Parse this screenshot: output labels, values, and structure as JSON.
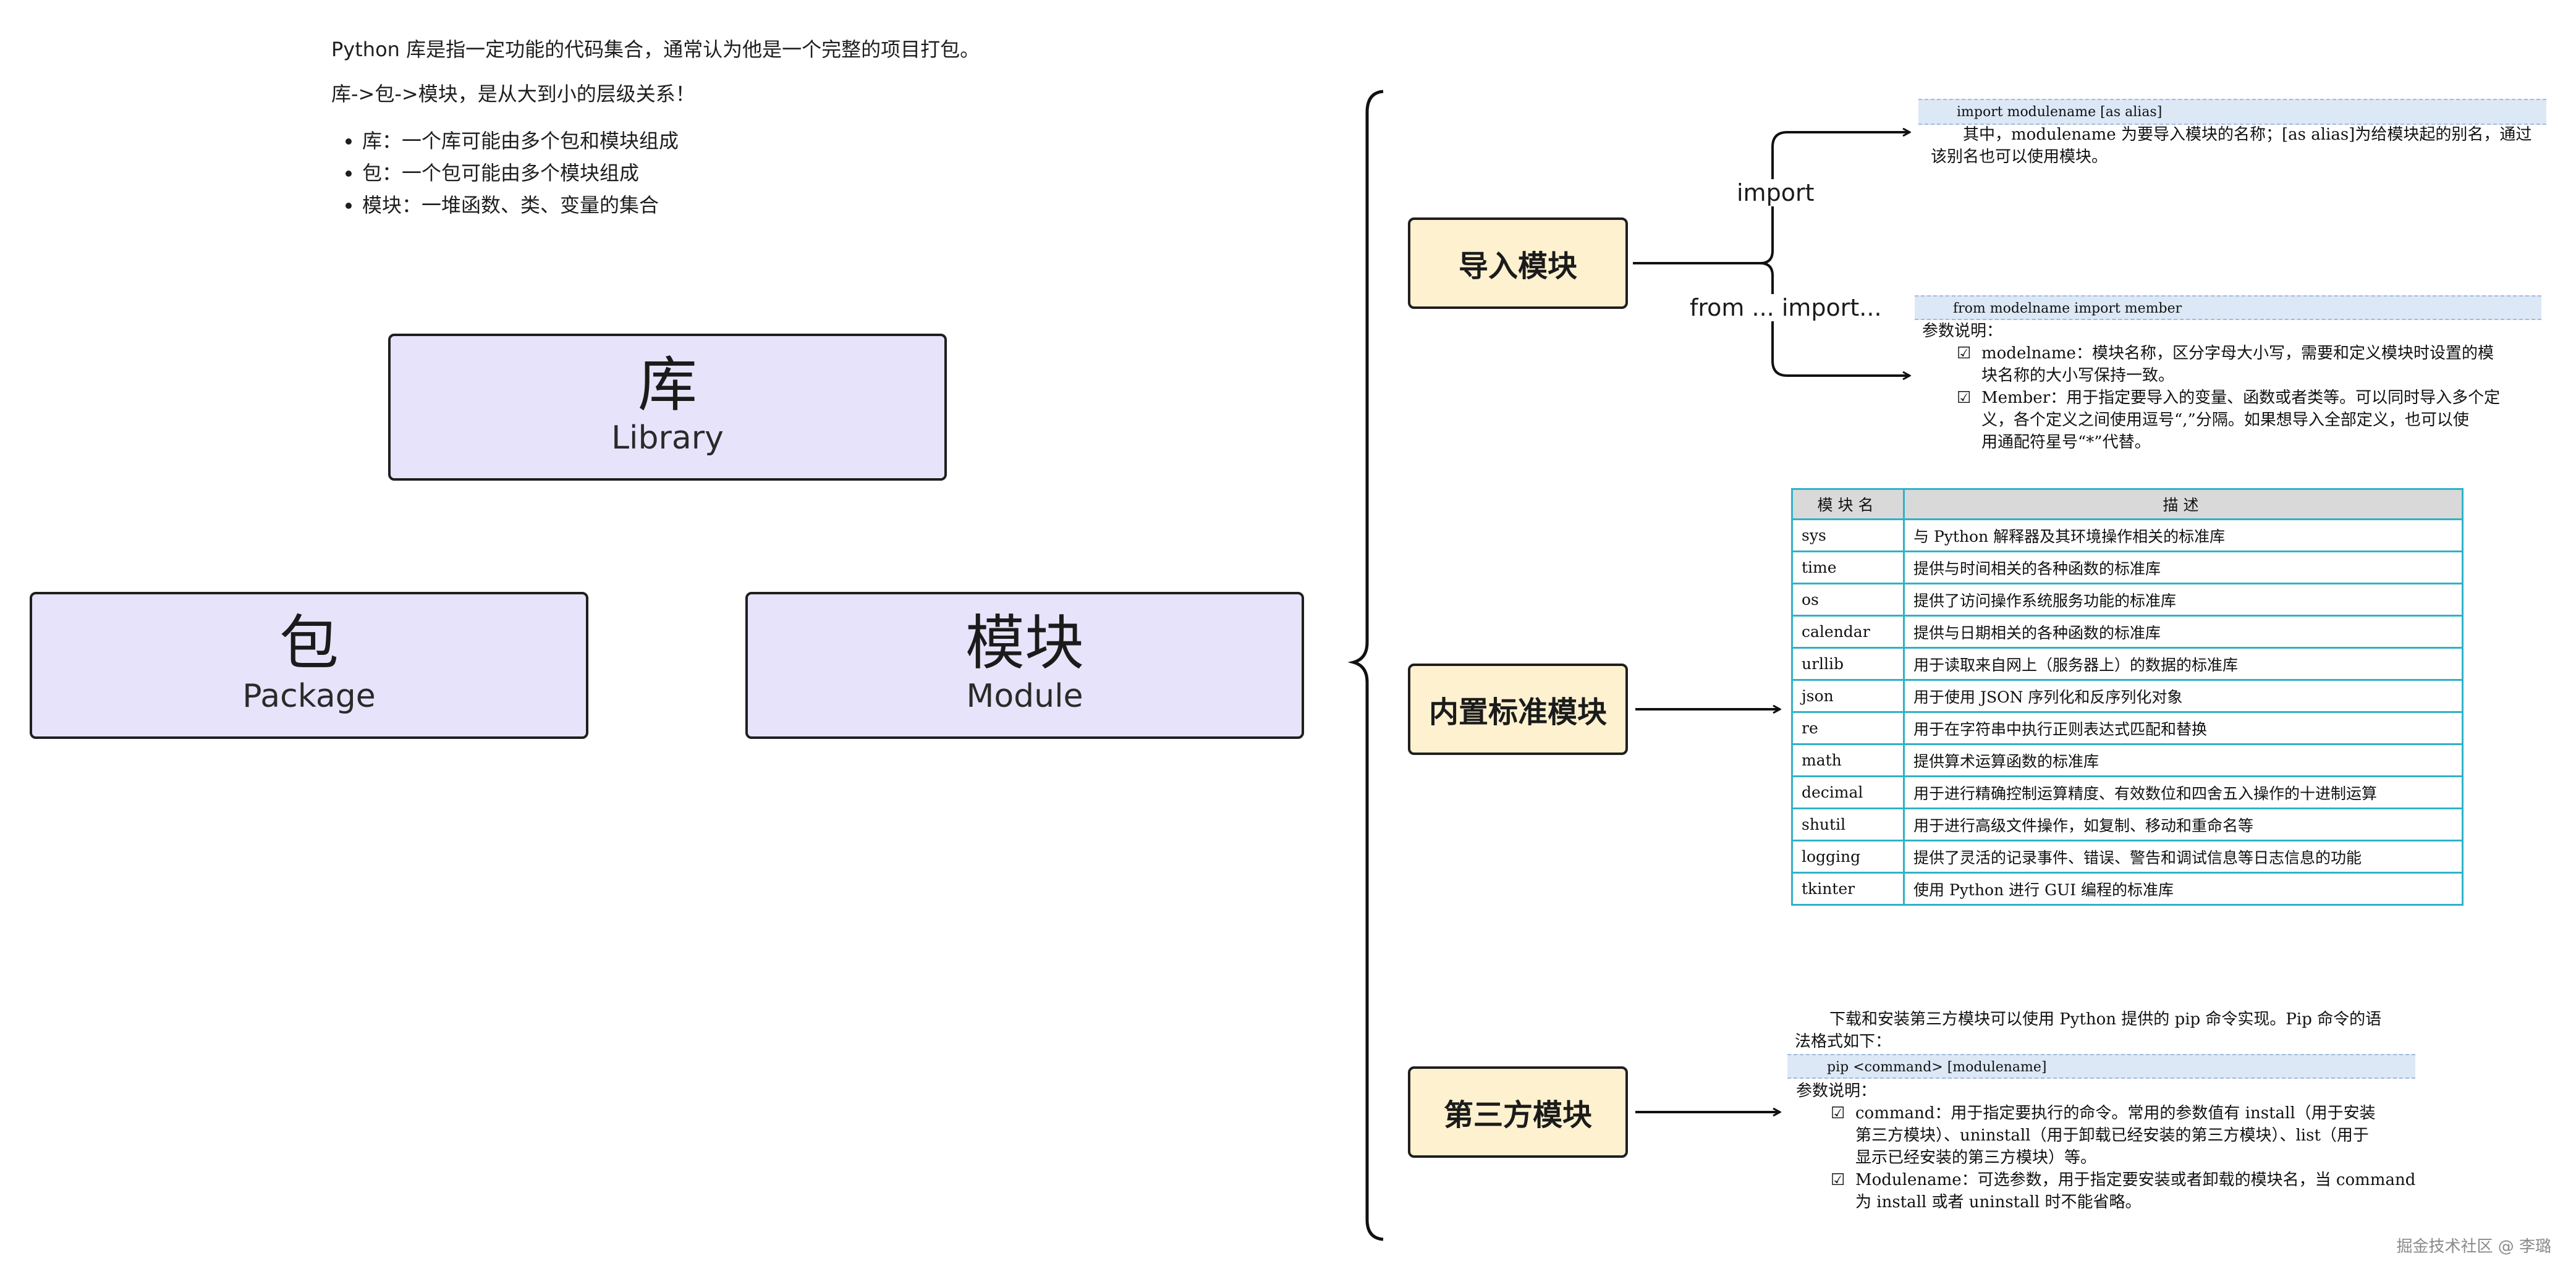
{
  "intro": {
    "line1": "Python 库是指一定功能的代码集合，通常认为他是一个完整的项目打包。",
    "line2": "库->包->模块，是从大到小的层级关系！",
    "bullets": [
      "库：一个库可能由多个包和模块组成",
      "包：一个包可能由多个模块组成",
      "模块：一堆函数、类、变量的集合"
    ]
  },
  "hierarchy": {
    "library": {
      "cn": "库",
      "en": "Library"
    },
    "package": {
      "cn": "包",
      "en": "Package"
    },
    "module": {
      "cn": "模块",
      "en": "Module"
    }
  },
  "categories": {
    "import_module": "导入模块",
    "builtin_module": "内置标准模块",
    "third_party": "第三方模块"
  },
  "edge_labels": {
    "import": "import",
    "from_import": "from ... import..."
  },
  "import_doc": {
    "code": "import modulename [as alias]",
    "desc1": "其中，modulename 为要导入模块的名称；[as alias]为给模块起的别名，通过",
    "desc2": "该别名也可以使用模块。"
  },
  "from_doc": {
    "code": "from modelname import member",
    "params_title": "参数说明：",
    "items": [
      {
        "check": "☑",
        "line1": "modelname：模块名称，区分字母大小写，需要和定义模块时设置的模",
        "line2": "块名称的大小写保持一致。"
      },
      {
        "check": "☑",
        "line1": "Member：用于指定要导入的变量、函数或者类等。可以同时导入多个定",
        "line2": "义，各个定义之间使用逗号“,”分隔。如果想导入全部定义，也可以使",
        "line3": "用通配符星号“*”代替。"
      }
    ]
  },
  "std_table": {
    "headers": [
      "模块名",
      "描述"
    ],
    "rows": [
      [
        "sys",
        "与 Python 解释器及其环境操作相关的标准库"
      ],
      [
        "time",
        "提供与时间相关的各种函数的标准库"
      ],
      [
        "os",
        "提供了访问操作系统服务功能的标准库"
      ],
      [
        "calendar",
        "提供与日期相关的各种函数的标准库"
      ],
      [
        "urllib",
        "用于读取来自网上（服务器上）的数据的标准库"
      ],
      [
        "json",
        "用于使用 JSON 序列化和反序列化对象"
      ],
      [
        "re",
        "用于在字符串中执行正则表达式匹配和替换"
      ],
      [
        "math",
        "提供算术运算函数的标准库"
      ],
      [
        "decimal",
        "用于进行精确控制运算精度、有效数位和四舍五入操作的十进制运算"
      ],
      [
        "shutil",
        "用于进行高级文件操作，如复制、移动和重命名等"
      ],
      [
        "logging",
        "提供了灵活的记录事件、错误、警告和调试信息等日志信息的功能"
      ],
      [
        "tkinter",
        "使用 Python 进行 GUI 编程的标准库"
      ]
    ]
  },
  "pip_doc": {
    "intro1": "下载和安装第三方模块可以使用 Python 提供的 pip 命令实现。Pip 命令的语",
    "intro2": "法格式如下：",
    "code": "pip <command> [modulename]",
    "params_title": "参数说明：",
    "items": [
      {
        "check": "☑",
        "line1": "command：用于指定要执行的命令。常用的参数值有 install（用于安装",
        "line2": "第三方模块）、uninstall（用于卸载已经安装的第三方模块）、list（用于",
        "line3": "显示已经安装的第三方模块）等。"
      },
      {
        "check": "☑",
        "line1": "Modulename：可选参数，用于指定要安装或者卸载的模块名，当 command",
        "line2": "为 install 或者 uninstall 时不能省略。"
      }
    ]
  },
  "watermark": "掘金技术社区 @ 李璐"
}
